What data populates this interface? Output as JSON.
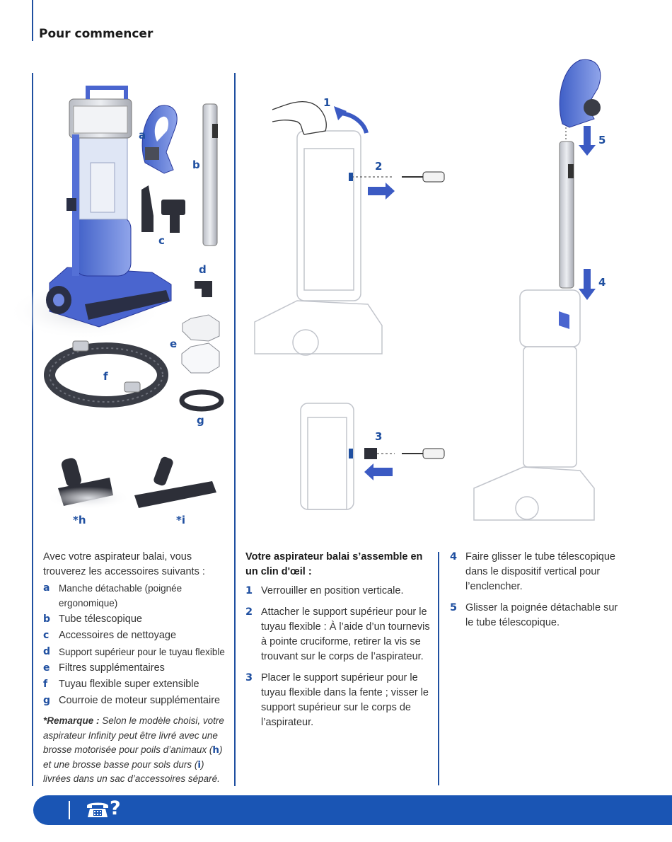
{
  "header": {
    "title": "Pour commencer"
  },
  "labels": {
    "a": "a",
    "b": "b",
    "c": "c",
    "d": "d",
    "e": "e",
    "f": "f",
    "g": "g",
    "h": "*h",
    "i": "*i",
    "step1": "1",
    "step2": "2",
    "step3": "3",
    "step4": "4",
    "step5": "5"
  },
  "accessories": {
    "intro": "Avec votre aspirateur balai, vous trouverez les accessoires suivants :",
    "items": [
      {
        "key": "a",
        "text": "Manche détachable (poignée ergonomique)"
      },
      {
        "key": "b",
        "text": "Tube télescopique"
      },
      {
        "key": "c",
        "text": "Accessoires de nettoyage"
      },
      {
        "key": "d",
        "text": "Support supérieur pour le tuyau flexible"
      },
      {
        "key": "e",
        "text": "Filtres supplémentaires"
      },
      {
        "key": "f",
        "text": "Tuyau flexible super extensible"
      },
      {
        "key": "g",
        "text": "Courroie de moteur supplémentaire"
      }
    ],
    "note_prefix": "*Remarque :",
    "note_part1": " Selon le modèle choisi, votre aspirateur Infinity peut être livré avec une brosse motorisée pour poils d’animaux (",
    "note_h": "h",
    "note_part2": ") et une brosse basse pour sols durs (",
    "note_i": "i",
    "note_part3": ") livrées dans un sac d’accessoires séparé."
  },
  "assembly": {
    "heading": "Votre aspirateur balai s’assemble en un clin d'œil :",
    "steps": [
      {
        "num": "1",
        "text": "Verrouiller en position verticale."
      },
      {
        "num": "2",
        "text": "Attacher le support supérieur pour le tuyau flexible : À l’aide d’un tournevis à pointe cruciforme, retirer la vis se trouvant sur le corps de l’aspirateur."
      },
      {
        "num": "3",
        "text": "Placer le support supérieur pour le tuyau flexible dans la fente ; visser le support supérieur sur le corps de l’aspirateur."
      }
    ]
  },
  "assembly_cont": {
    "steps": [
      {
        "num": "4",
        "text": "Faire glisser le tube télescopique dans le dispositif vertical pour l’enclencher."
      },
      {
        "num": "5",
        "text": "Glisser la poignée détachable sur le tube télescopique."
      }
    ]
  },
  "footer": {
    "question": "?"
  },
  "colors": {
    "accent": "#1f4fa0",
    "footer": "#1a55b4"
  }
}
